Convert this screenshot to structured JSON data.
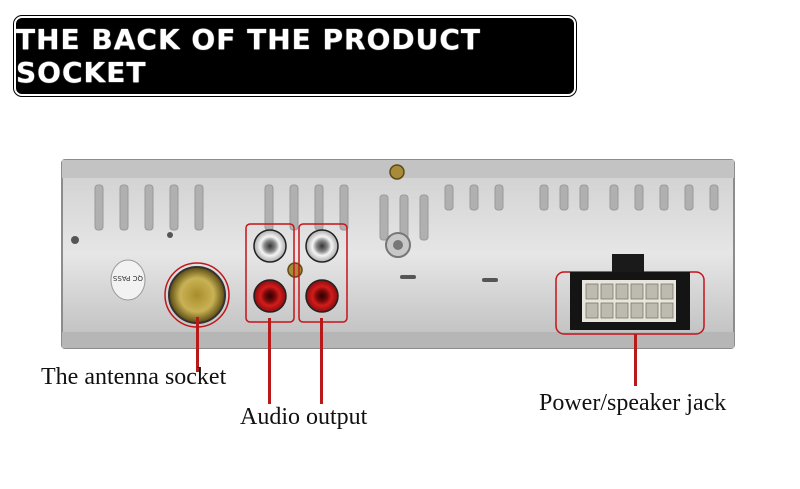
{
  "banner": {
    "title": "THE BACK OF THE PRODUCT SOCKET"
  },
  "product": {
    "stamp_text": "QC PASS",
    "colors": {
      "chassis": "#dcdcdc",
      "rca_red": "#c4141a",
      "rca_white": "#f2f2f2",
      "callout": "#b81a1a"
    }
  },
  "labels": {
    "antenna": "The antenna socket",
    "audio": "Audio output",
    "power": "Power/speaker jack"
  }
}
